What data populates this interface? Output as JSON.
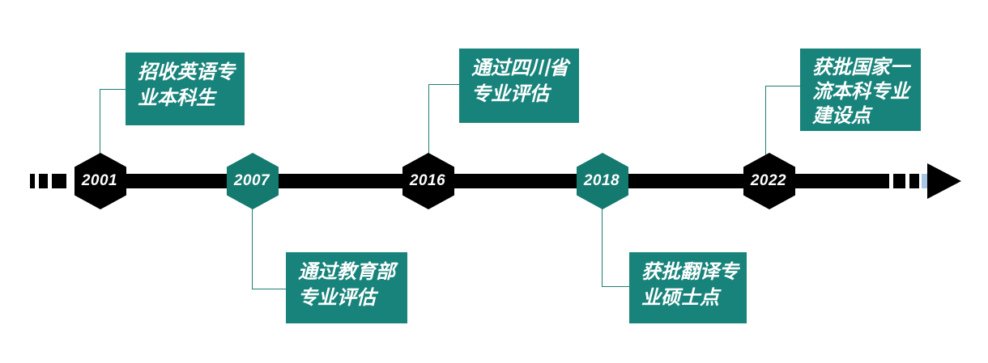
{
  "diagram": {
    "type": "timeline",
    "direction": "left-to-right",
    "colors": {
      "teal_box": "#17837A",
      "teal_hexagon": "#14796F",
      "connector": "#1E7E74",
      "line_black": "#000000",
      "accent_dash_blue": "#A9C6E4",
      "text_white": "#FFFFFF",
      "background": "#FFFFFF"
    },
    "events": [
      {
        "year": "2001",
        "node_color": "black",
        "label_position": "above",
        "label_lines": [
          "招收英语专",
          "业本科生"
        ]
      },
      {
        "year": "2007",
        "node_color": "teal",
        "label_position": "below",
        "label_lines": [
          "通过教育部",
          "专业评估"
        ]
      },
      {
        "year": "2016",
        "node_color": "black",
        "label_position": "above",
        "label_lines": [
          "通过四川省",
          "专业评估"
        ]
      },
      {
        "year": "2018",
        "node_color": "teal",
        "label_position": "below",
        "label_lines": [
          "获批翻译专",
          "业硕士点"
        ]
      },
      {
        "year": "2022",
        "node_color": "black",
        "label_position": "above",
        "label_lines": [
          "获批国家一",
          "流本科专业",
          "建设点"
        ]
      }
    ]
  }
}
